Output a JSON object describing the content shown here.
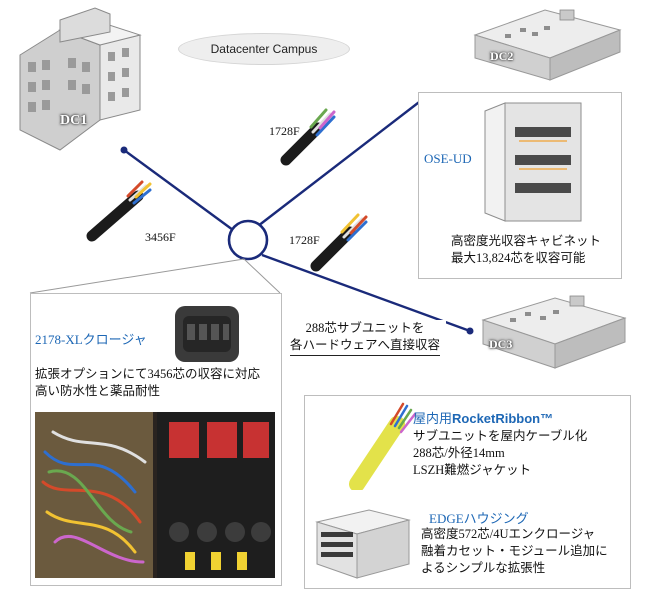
{
  "campus_label": "Datacenter Campus",
  "sites": {
    "dc1": "DC1",
    "dc2": "DC2",
    "dc3": "DC3"
  },
  "cables": {
    "dc1_count": "3456F",
    "dc2_count_top": "1728F",
    "dc2_count_mid": "1728F"
  },
  "ose_panel": {
    "title": "OSE-UD",
    "desc_line1": "高密度光収容キャビネット",
    "desc_line2": "最大13,824芯を収容可能"
  },
  "closure_panel": {
    "title": "2178-XLクロージャ",
    "desc_line1": "拡張オプションにて3456芯の収容に対応",
    "desc_line2": "高い防水性と薬品耐性"
  },
  "subunit_caption": {
    "line1": "288芯サブユニットを",
    "line2": "各ハードウェアへ直接収容"
  },
  "products_panel": {
    "ribbon_title_prefix": "屋内用",
    "ribbon_title_name": "RocketRibbon™",
    "ribbon_line1": "サブユニットを屋内ケーブル化",
    "ribbon_line2": "288芯/外径14mm",
    "ribbon_line3": "LSZH難燃ジャケット",
    "edge_title": "EDGEハウジング",
    "edge_line1": "高密度572芯/4Uエンクロージャ",
    "edge_line2": "融着カセット・モジュール追加に",
    "edge_line3": "よるシンプルな拡張性"
  },
  "colors": {
    "link_line": "#1a2a7a",
    "accent_blue": "#1d67b5",
    "ribbon_yellow": "#e3e24a"
  }
}
